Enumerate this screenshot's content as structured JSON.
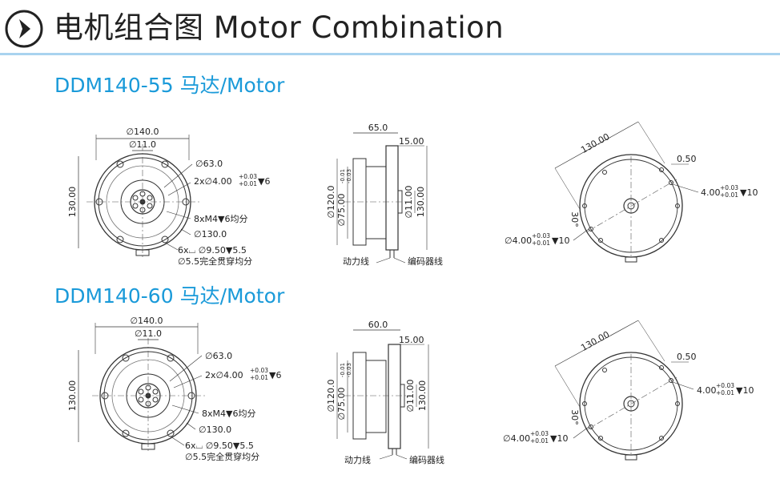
{
  "header": {
    "title": "电机组合图 Motor Combination",
    "icon": "chevron-right-circle-icon"
  },
  "sections": [
    {
      "title": "DDM140-55 马达/Motor",
      "front": {
        "dia_outer": "∅140.0",
        "dia_center": "∅11.0",
        "height": "130.00",
        "dia_63": "∅63.0",
        "holes_2x": "2x∅4.00",
        "tol_up": "+0.03",
        "tol_down": "+0.01",
        "depth_6": "▼6",
        "thread": "8xM4▼6均分",
        "dia_130": "∅130.0",
        "cbore": "6x⌴ ∅9.50▼5.5",
        "thru": "∅5.5完全贯穿均分"
      },
      "side": {
        "length": "65.0",
        "flange": "15.00",
        "dia_120": "∅120.0",
        "dia_75": "∅75.00",
        "tol_75_up": "-0.01",
        "tol_75_down": "-0.03",
        "dia_11": "∅11.00",
        "height": "130.00",
        "power_cable": "动力线",
        "encoder_cable": "编码器线"
      },
      "rear": {
        "width": "130.00",
        "offset": "0.50",
        "hole_right": "4.00",
        "hole_right_depth": "▼10",
        "angle": "30°",
        "hole_left": "∅4.00",
        "hole_left_depth": "▼10",
        "tol_up": "+0.03",
        "tol_down": "+0.01"
      }
    },
    {
      "title": "DDM140-60 马达/Motor",
      "front": {
        "dia_outer": "∅140.0",
        "dia_center": "∅11.0",
        "height": "130.00",
        "dia_63": "∅63.0",
        "holes_2x": "2x∅4.00",
        "tol_up": "+0.03",
        "tol_down": "+0.01",
        "depth_6": "▼6",
        "thread": "8xM4▼6均分",
        "dia_130": "∅130.0",
        "cbore": "6x⌴ ∅9.50▼5.5",
        "thru": "∅5.5完全贯穿均分"
      },
      "side": {
        "length": "60.0",
        "flange": "15.00",
        "dia_120": "∅120.0",
        "dia_75": "∅75.00",
        "tol_75_up": "-0.01",
        "tol_75_down": "-0.03",
        "dia_11": "∅11.00",
        "height": "130.00",
        "power_cable": "动力线",
        "encoder_cable": "编码器线"
      },
      "rear": {
        "width": "130.00",
        "offset": "0.50",
        "hole_right": "4.00",
        "hole_right_depth": "▼10",
        "angle": "30°",
        "hole_left": "∅4.00",
        "hole_left_depth": "▼10",
        "tol_up": "+0.03",
        "tol_down": "+0.01"
      }
    }
  ]
}
